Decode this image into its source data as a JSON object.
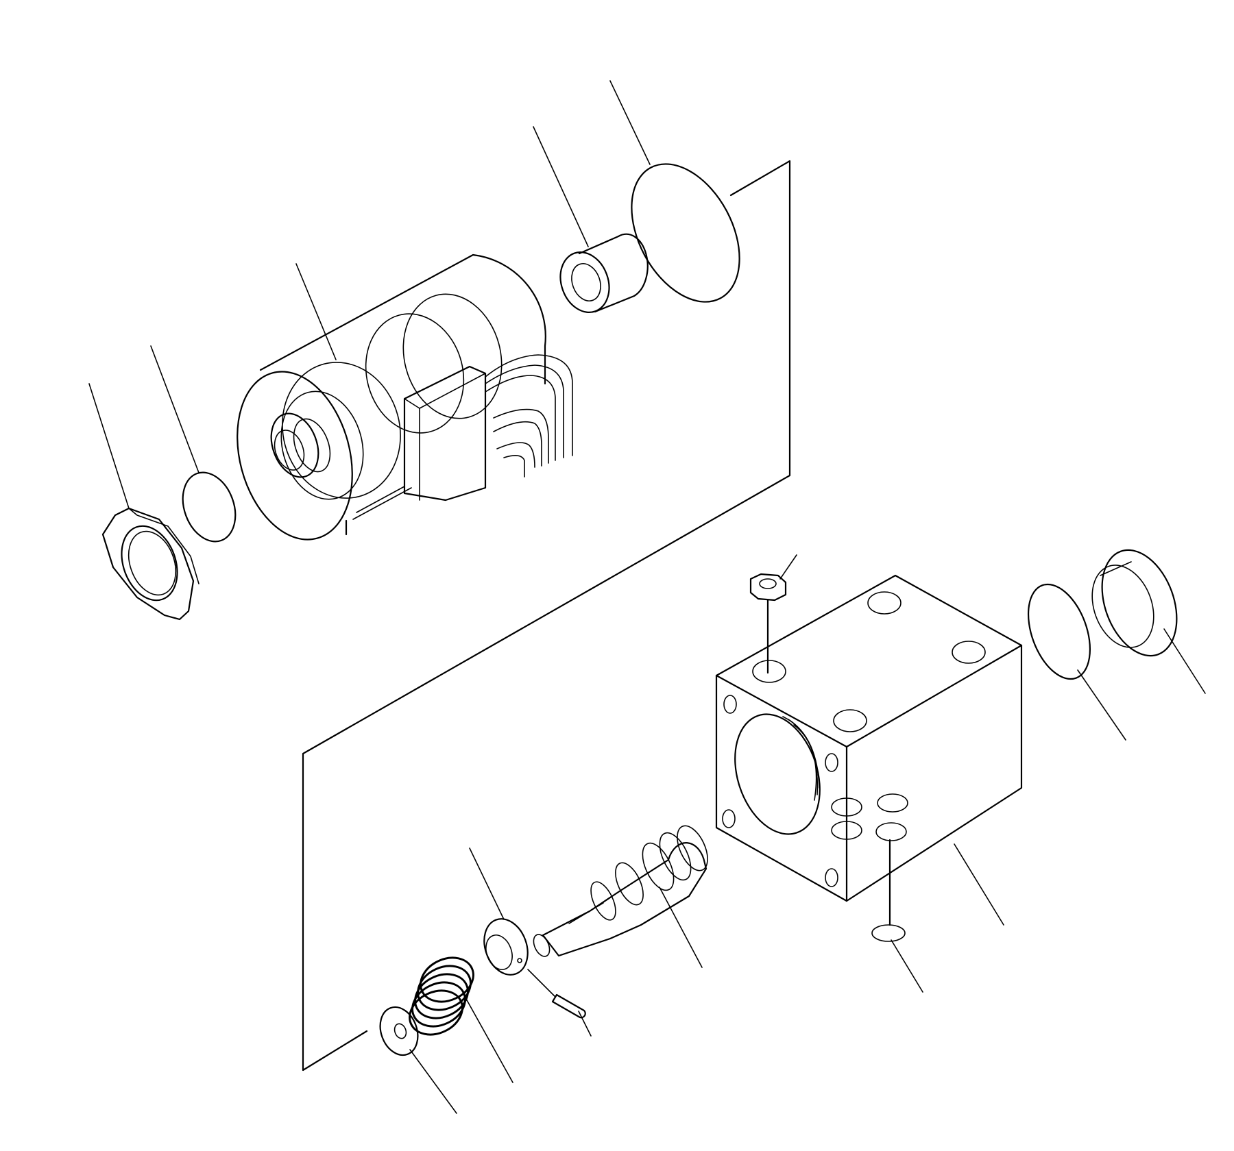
{
  "diagram": {
    "parts": [
      "nut",
      "o-ring",
      "solenoid",
      "collar",
      "o-ring",
      "plug",
      "valve-body",
      "plug",
      "o-ring",
      "spool",
      "retainer",
      "pin",
      "spring",
      "washer",
      "o-ring"
    ],
    "leader_count": 15,
    "line_color": "#000000",
    "background_color": "#ffffff"
  }
}
